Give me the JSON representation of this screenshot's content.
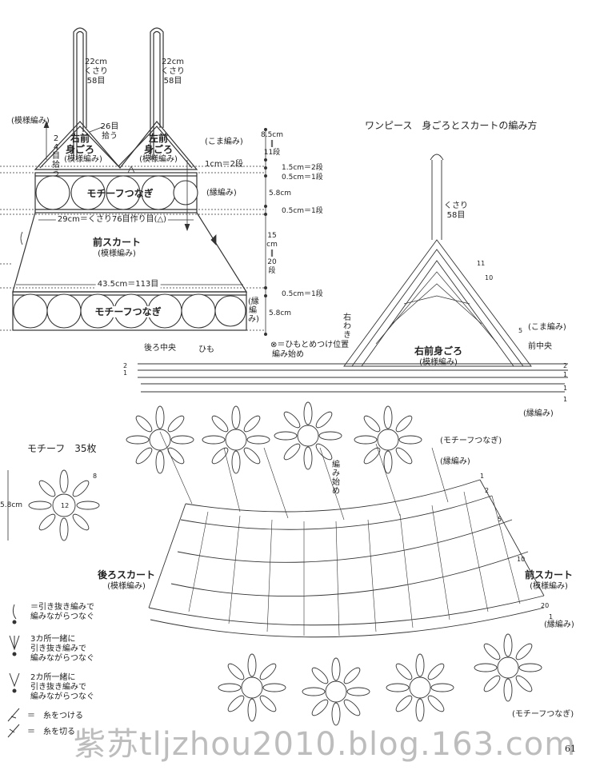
{
  "title": "ワンピース　身ごろとスカートの編み方",
  "schematic": {
    "strap_left": [
      "22cm",
      "くさり",
      "58目"
    ],
    "strap_right": [
      "22cm",
      "くさり",
      "58目"
    ],
    "pickup": [
      "26目",
      "拾う"
    ],
    "pickup_left": "24目拾う",
    "bodice_right": [
      "右前",
      "身ごろ"
    ],
    "bodice_left": [
      "左前",
      "身ごろ"
    ],
    "pattern": "(模様編み)",
    "pattern_outer": "(模様編み)",
    "edge": "(こま編み)",
    "edge_1cm": "1cm＝2段",
    "motif_join": "モチーフつなぎ",
    "border": "(縁編み)",
    "chain_base": "29cm＝くさり76目作り目(△)",
    "front_skirt": "前スカート",
    "front_skirt_pattern": "(模様編み)",
    "hem_width": "43.5cm＝113目",
    "motif_join_bottom": "モチーフつなぎ",
    "border_v": "(縁編み)",
    "triangle": "△"
  },
  "measures": {
    "top": [
      "8.5cm",
      "‖",
      "11段"
    ],
    "m1": "1.5cm＝2段",
    "m2": "0.5cm＝1段",
    "m3": "5.8cm",
    "m4": "0.5cm＝1段",
    "skirt": [
      "15",
      "cm",
      "‖",
      "20",
      "段"
    ],
    "m5": "0.5cm＝1段",
    "m6": "5.8cm"
  },
  "chart": {
    "strap": [
      "くさり",
      "58目"
    ],
    "row_marks": [
      "11",
      "10",
      "5",
      "2",
      "1",
      "2",
      "1",
      "1",
      "1"
    ],
    "right_side": "右わき",
    "tie_position": "⊗＝ひもとめつけ位置",
    "start": "編み始め",
    "back_center": "後ろ中央",
    "tie": "ひも",
    "right_front_bodice": "右前身ごろ",
    "bodice_pattern": "(模様編み)",
    "edge_single": "(こま編み)",
    "front_center": "前中央",
    "border1": "(縁編み)",
    "motif_join1": "(モチーフつなぎ)",
    "border2": "(縁編み)",
    "start_v": "編み始め",
    "skirt_rows": [
      "1",
      "2",
      "5",
      "10",
      "20",
      "1"
    ],
    "back_skirt": "後ろスカート",
    "back_pattern": "(模様編み)",
    "front_skirt": "前スカート",
    "front_pattern": "(模様編み)",
    "border3": "(縁編み)",
    "motif_join3": "(モチーフつなぎ)"
  },
  "motif": {
    "title": "モチーフ　35枚",
    "size": "5.8cm",
    "rounds": [
      "8",
      "12"
    ]
  },
  "legend": [
    {
      "icon": "slip-join-icon",
      "text": "＝引き抜き編みで\n編みながらつなぐ"
    },
    {
      "icon": "three-together-icon",
      "text": "3カ所一緒に\n引き抜き編みで\n編みながらつなぐ"
    },
    {
      "icon": "two-together-icon",
      "text": "2カ所一緒に\n引き抜き編みで\n編みながらつなぐ"
    },
    {
      "icon": "attach-yarn-icon",
      "text": "＝　糸をつける"
    },
    {
      "icon": "cut-yarn-icon",
      "text": "＝　糸を切る"
    }
  ],
  "watermark": "紫苏tljzhou2010.blog.163.com",
  "page_number": "61"
}
